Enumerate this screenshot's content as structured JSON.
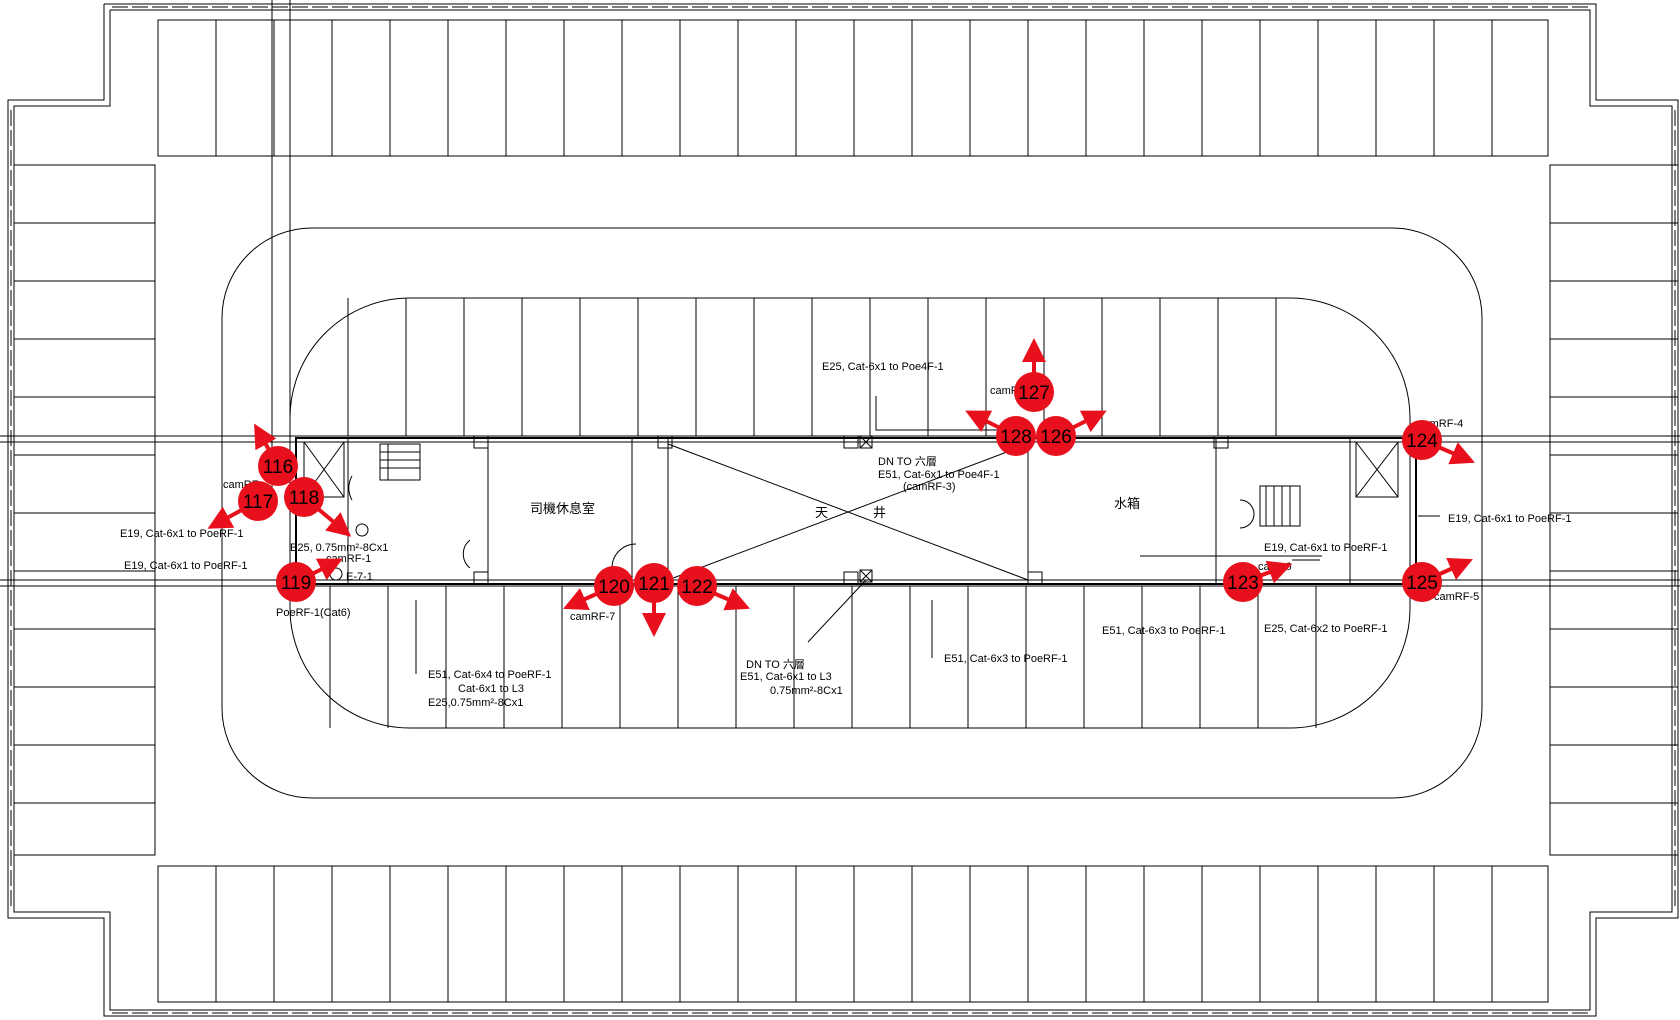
{
  "rooms": {
    "driver_room": "司機休息室",
    "courtyard_1": "天",
    "courtyard_2": "井",
    "water_tank": "水箱"
  },
  "annotations": {
    "e25_top": "E25, Cat-6x1 to Poe4F-1",
    "camrf_top": "camRF-",
    "dn_top_1": "DN TO 六層",
    "dn_top_2": "E51, Cat-6x1 to Poe4F-1",
    "dn_top_3": "(camRF-3)",
    "camrf_4": "camRF-4",
    "e19_right": "E19, Cat-6x1 to PoeRF-1",
    "camrf_left": "camRF-",
    "e19_left_1": "E19, Cat-6x1 to PoeRF-1",
    "e19_left_2": "E19, Cat-6x1 to PoeRF-1",
    "e25_left": "E25, 0.75mm²-8Cx1",
    "camrf_1": "camRF-1",
    "e71": "E-7-1",
    "poerf_cat6": "PoeRF-1(Cat6)",
    "camrf_7": "camRF-7",
    "e51_left_1": "E51, Cat-6x4 to PoeRF-1",
    "e51_left_2": "Cat-6x1 to L3",
    "e51_left_3": "E25,0.75mm²-8Cx1",
    "dn_bottom_1": "DN TO 六層",
    "dn_bottom_2": "E51, Cat-6x1 to L3",
    "dn_bottom_3": "0.75mm²-8Cx1",
    "e51_mid": "E51, Cat-6x3 to PoeRF-1",
    "e51_right": "E51, Cat-6x3 to PoeRF-1",
    "e19_inner": "E19, Cat-6x1 to PoeRF-1",
    "camrf_6": "cam -6",
    "e25_right": "E25, Cat-6x2 to PoeRF-1",
    "camrf_5": "camRF-5"
  },
  "markers": [
    {
      "id": "116",
      "label": "116"
    },
    {
      "id": "117",
      "label": "117"
    },
    {
      "id": "118",
      "label": "118"
    },
    {
      "id": "119",
      "label": "119"
    },
    {
      "id": "120",
      "label": "120"
    },
    {
      "id": "121",
      "label": "121"
    },
    {
      "id": "122",
      "label": "122"
    },
    {
      "id": "123",
      "label": "123"
    },
    {
      "id": "124",
      "label": "124"
    },
    {
      "id": "125",
      "label": "125"
    },
    {
      "id": "126",
      "label": "126"
    },
    {
      "id": "127",
      "label": "127"
    },
    {
      "id": "128",
      "label": "128"
    }
  ],
  "colors": {
    "marker": "#e8101c",
    "line": "#000000",
    "background": "#ffffff"
  }
}
